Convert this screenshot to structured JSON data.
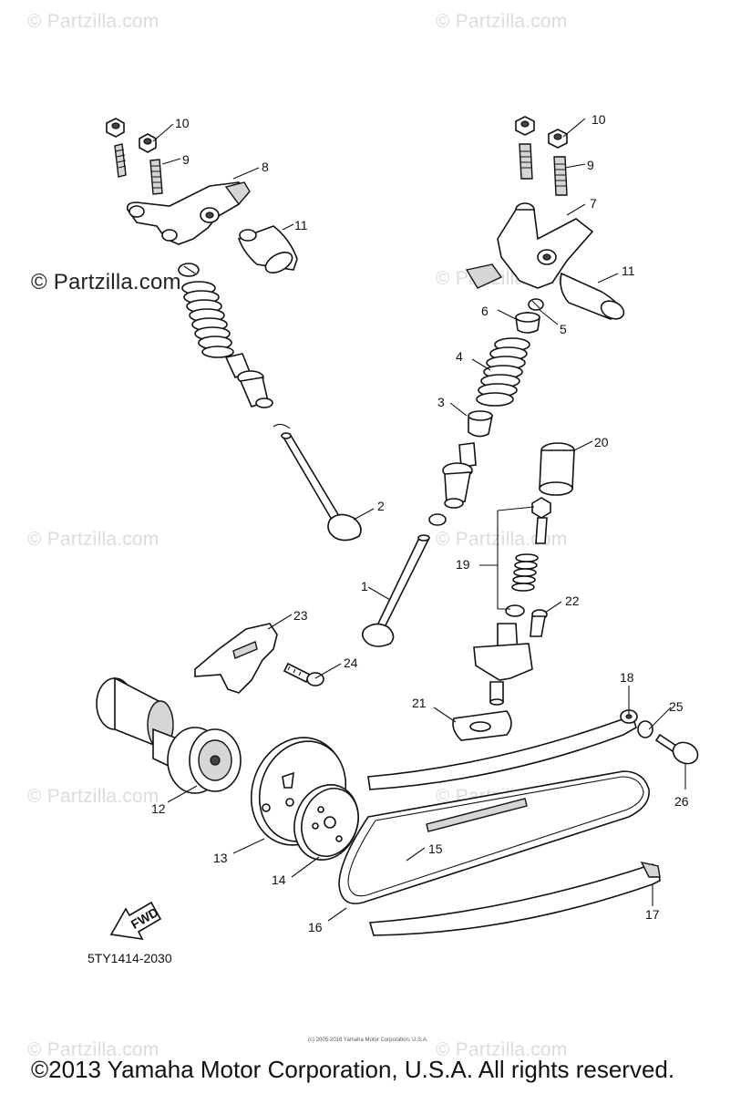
{
  "watermarks": {
    "top_left": "© Partzilla.com",
    "top_right": "© Partzilla.com",
    "mid_left_dark": "© Partzilla.com",
    "mid_right": "© Partzilla.com",
    "center_left": "© Partzilla.com",
    "center_right": "© Partzilla.com",
    "low_left": "© Partzilla.com",
    "low_right": "© Partzilla.com",
    "bottom_left": "© Partzilla.com",
    "bottom_right": "© Partzilla.com"
  },
  "part_labels": {
    "p1": "1",
    "p2": "2",
    "p3": "3",
    "p4": "4",
    "p5": "5",
    "p6": "6",
    "p7": "7",
    "p8": "8",
    "p9a": "9",
    "p9b": "9",
    "p10a": "10",
    "p10b": "10",
    "p11a": "11",
    "p11b": "11",
    "p12": "12",
    "p13": "13",
    "p14": "14",
    "p15": "15",
    "p16": "16",
    "p17": "17",
    "p18": "18",
    "p19": "19",
    "p20": "20",
    "p21": "21",
    "p22": "22",
    "p23": "23",
    "p24": "24",
    "p25": "25",
    "p26": "26"
  },
  "fwd_label": "FWD",
  "diagram_code": "5TY1414-2030",
  "small_print": "(c) 2005-2016 Yamaha Motor Corporation, U.S.A.",
  "copyright": "©2013 Yamaha Motor Corporation, U.S.A. All rights reserved."
}
